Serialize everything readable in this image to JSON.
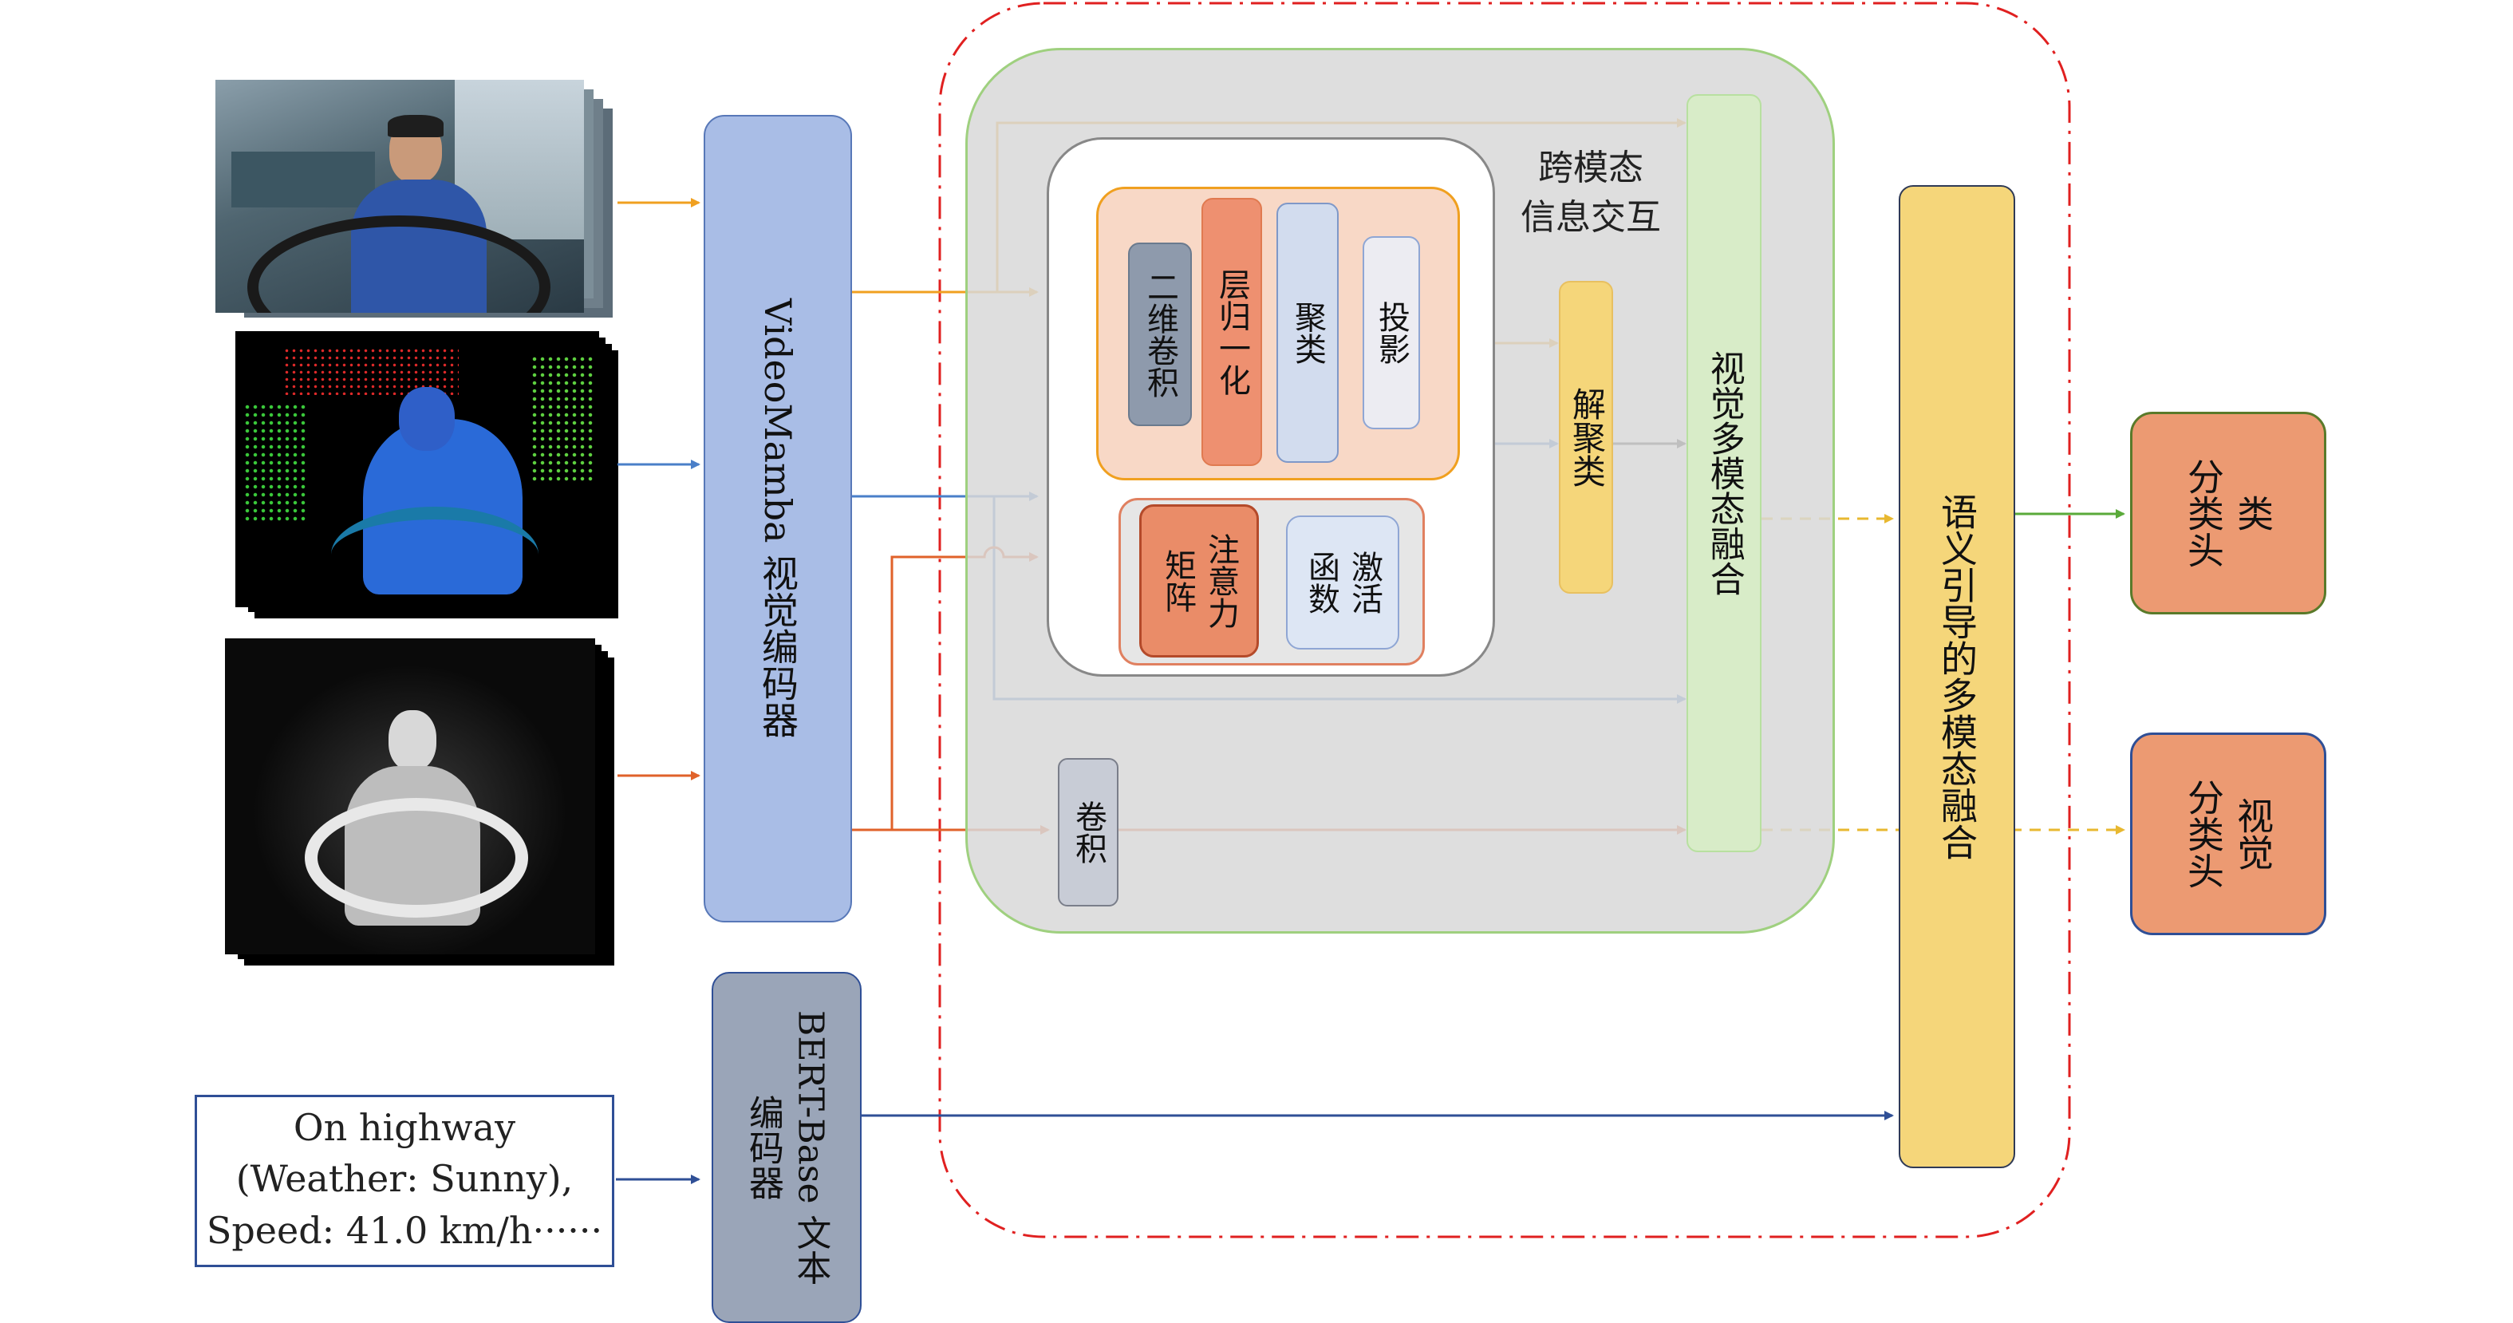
{
  "encoders": {
    "video": "VideoMamba 视觉编码器",
    "text": "BERT-Base 文本\n编码器"
  },
  "text_input": {
    "line1": "On highway",
    "line2": "(Weather: Sunny),",
    "line3": "Speed: 41.0 km/h······"
  },
  "cross_modal": {
    "title": "跨模态\n信息交互",
    "conv2d": "二维卷积",
    "layernorm": "层归一化",
    "cluster": "聚类",
    "projection": "投影",
    "attention": "注意力\n矩阵",
    "activation": "激活\n函数",
    "decluster": "解聚类",
    "conv": "卷积"
  },
  "fusion": {
    "visual_multimodal": "视觉多模态融合",
    "semantic_guided": "语义引导的多模态融合"
  },
  "heads": {
    "class_head": "类\n分类头",
    "visual_head": "视觉\n分类头"
  },
  "colors": {
    "orange": "#f0a020",
    "blue": "#4a7fc8",
    "red_orange": "#e0622a",
    "green": "#5aaa3a",
    "navy": "#2f4f96",
    "dashed_red": "#e02020",
    "dash_yellow": "#e8b830",
    "video_encoder_fill": "#a9bde6",
    "text_encoder_fill": "#9aa5b8",
    "fusion_fill": "#d8ecc8",
    "semantic_fill": "#f5d67a",
    "head_fill": "#ec9a72"
  }
}
